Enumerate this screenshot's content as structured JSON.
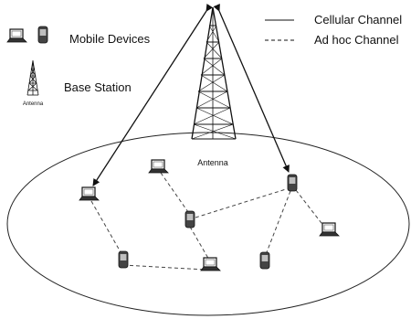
{
  "legend": {
    "mobile_devices": "Mobile Devices",
    "base_station": "Base Station",
    "antenna_small": "Antenna",
    "cellular_channel": "Cellular Channel",
    "adhoc_channel": "Ad hoc Channel"
  },
  "tower": {
    "label": "Antenna"
  },
  "nodes": [
    {
      "id": "laptop-left",
      "kind": "laptop"
    },
    {
      "id": "laptop-top",
      "kind": "laptop"
    },
    {
      "id": "phone-center",
      "kind": "phone"
    },
    {
      "id": "phone-right",
      "kind": "phone"
    },
    {
      "id": "laptop-right",
      "kind": "laptop"
    },
    {
      "id": "phone-lower-left",
      "kind": "phone"
    },
    {
      "id": "laptop-bottom",
      "kind": "laptop"
    },
    {
      "id": "phone-lower-right",
      "kind": "phone"
    }
  ],
  "links": {
    "cellular": [
      [
        "tower",
        "laptop-left"
      ],
      [
        "tower",
        "phone-right"
      ]
    ],
    "adhoc": [
      [
        "laptop-left",
        "phone-lower-left"
      ],
      [
        "phone-lower-left",
        "laptop-bottom"
      ],
      [
        "laptop-top",
        "phone-center"
      ],
      [
        "phone-center",
        "laptop-bottom"
      ],
      [
        "phone-center",
        "phone-right"
      ],
      [
        "phone-right",
        "laptop-right"
      ],
      [
        "phone-right",
        "phone-lower-right"
      ]
    ]
  }
}
